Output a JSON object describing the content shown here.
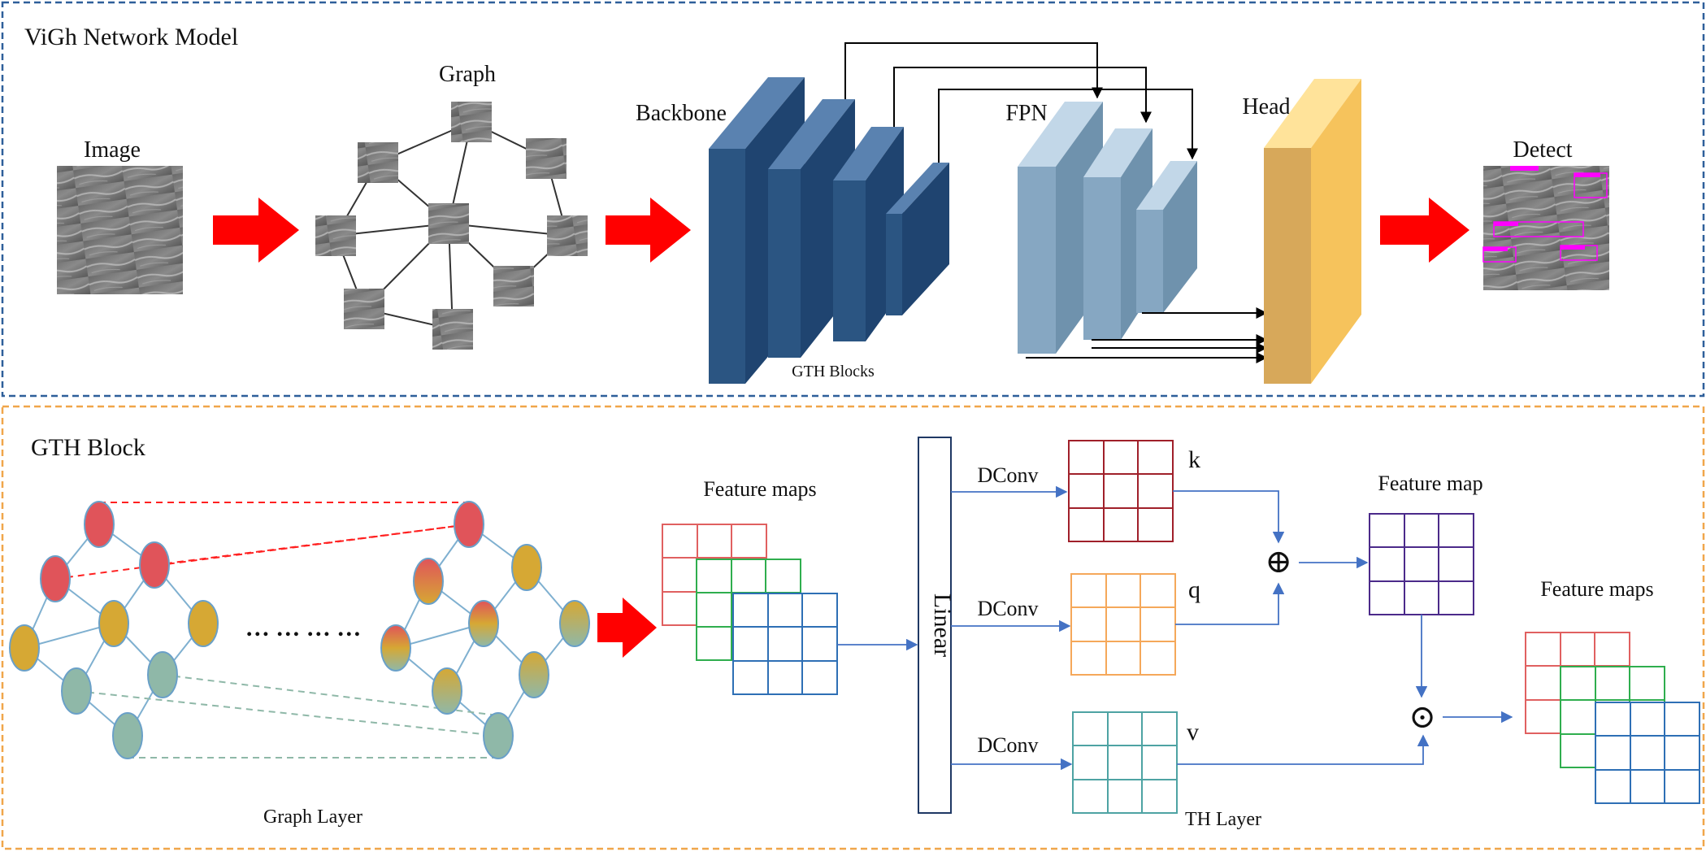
{
  "top_panel": {
    "title": "ViGh Network Model",
    "image_label": "Image",
    "graph_label": "Graph",
    "backbone_label": "Backbone",
    "fpn_label": "FPN",
    "head_label": "Head",
    "detect_label": "Detect",
    "gth_blocks_label": "GTH Blocks"
  },
  "bottom_panel": {
    "title": "GTH Block",
    "ellipsis": "… … … …",
    "feature_maps_in_label": "Feature maps",
    "linear_label": "Linear",
    "dconv_k_label": "DConv",
    "dconv_q_label": "DConv",
    "dconv_v_label": "DConv",
    "k_label": "k",
    "q_label": "q",
    "v_label": "v",
    "plus_symbol": "⊕",
    "dot_symbol": "⊙",
    "feature_map_label": "Feature map",
    "feature_maps_out_label": "Feature maps",
    "graph_layer_label": "Graph Layer",
    "th_layer_label": "TH Layer"
  },
  "colors": {
    "top_border": "#2e5f9a",
    "bottom_border": "#f0a64a",
    "big_arrow": "#ff0000",
    "backbone_front": "#2b5582",
    "fpn_front": "#86a7c2",
    "head_front": "#d7a85a",
    "grid_red": "#e06060",
    "grid_green": "#2fae4e",
    "grid_blue": "#2e6fb5",
    "k_grid": "#a0202a",
    "q_grid": "#f5a85a",
    "v_grid": "#4ea3a3",
    "fm_grid": "#4b2a8a",
    "thin_arrow": "#4472c4",
    "node_red": "#e0545a",
    "node_gold": "#d6a834",
    "node_teal": "#8fb8a8",
    "graph_edge": "#7fb0d0"
  }
}
